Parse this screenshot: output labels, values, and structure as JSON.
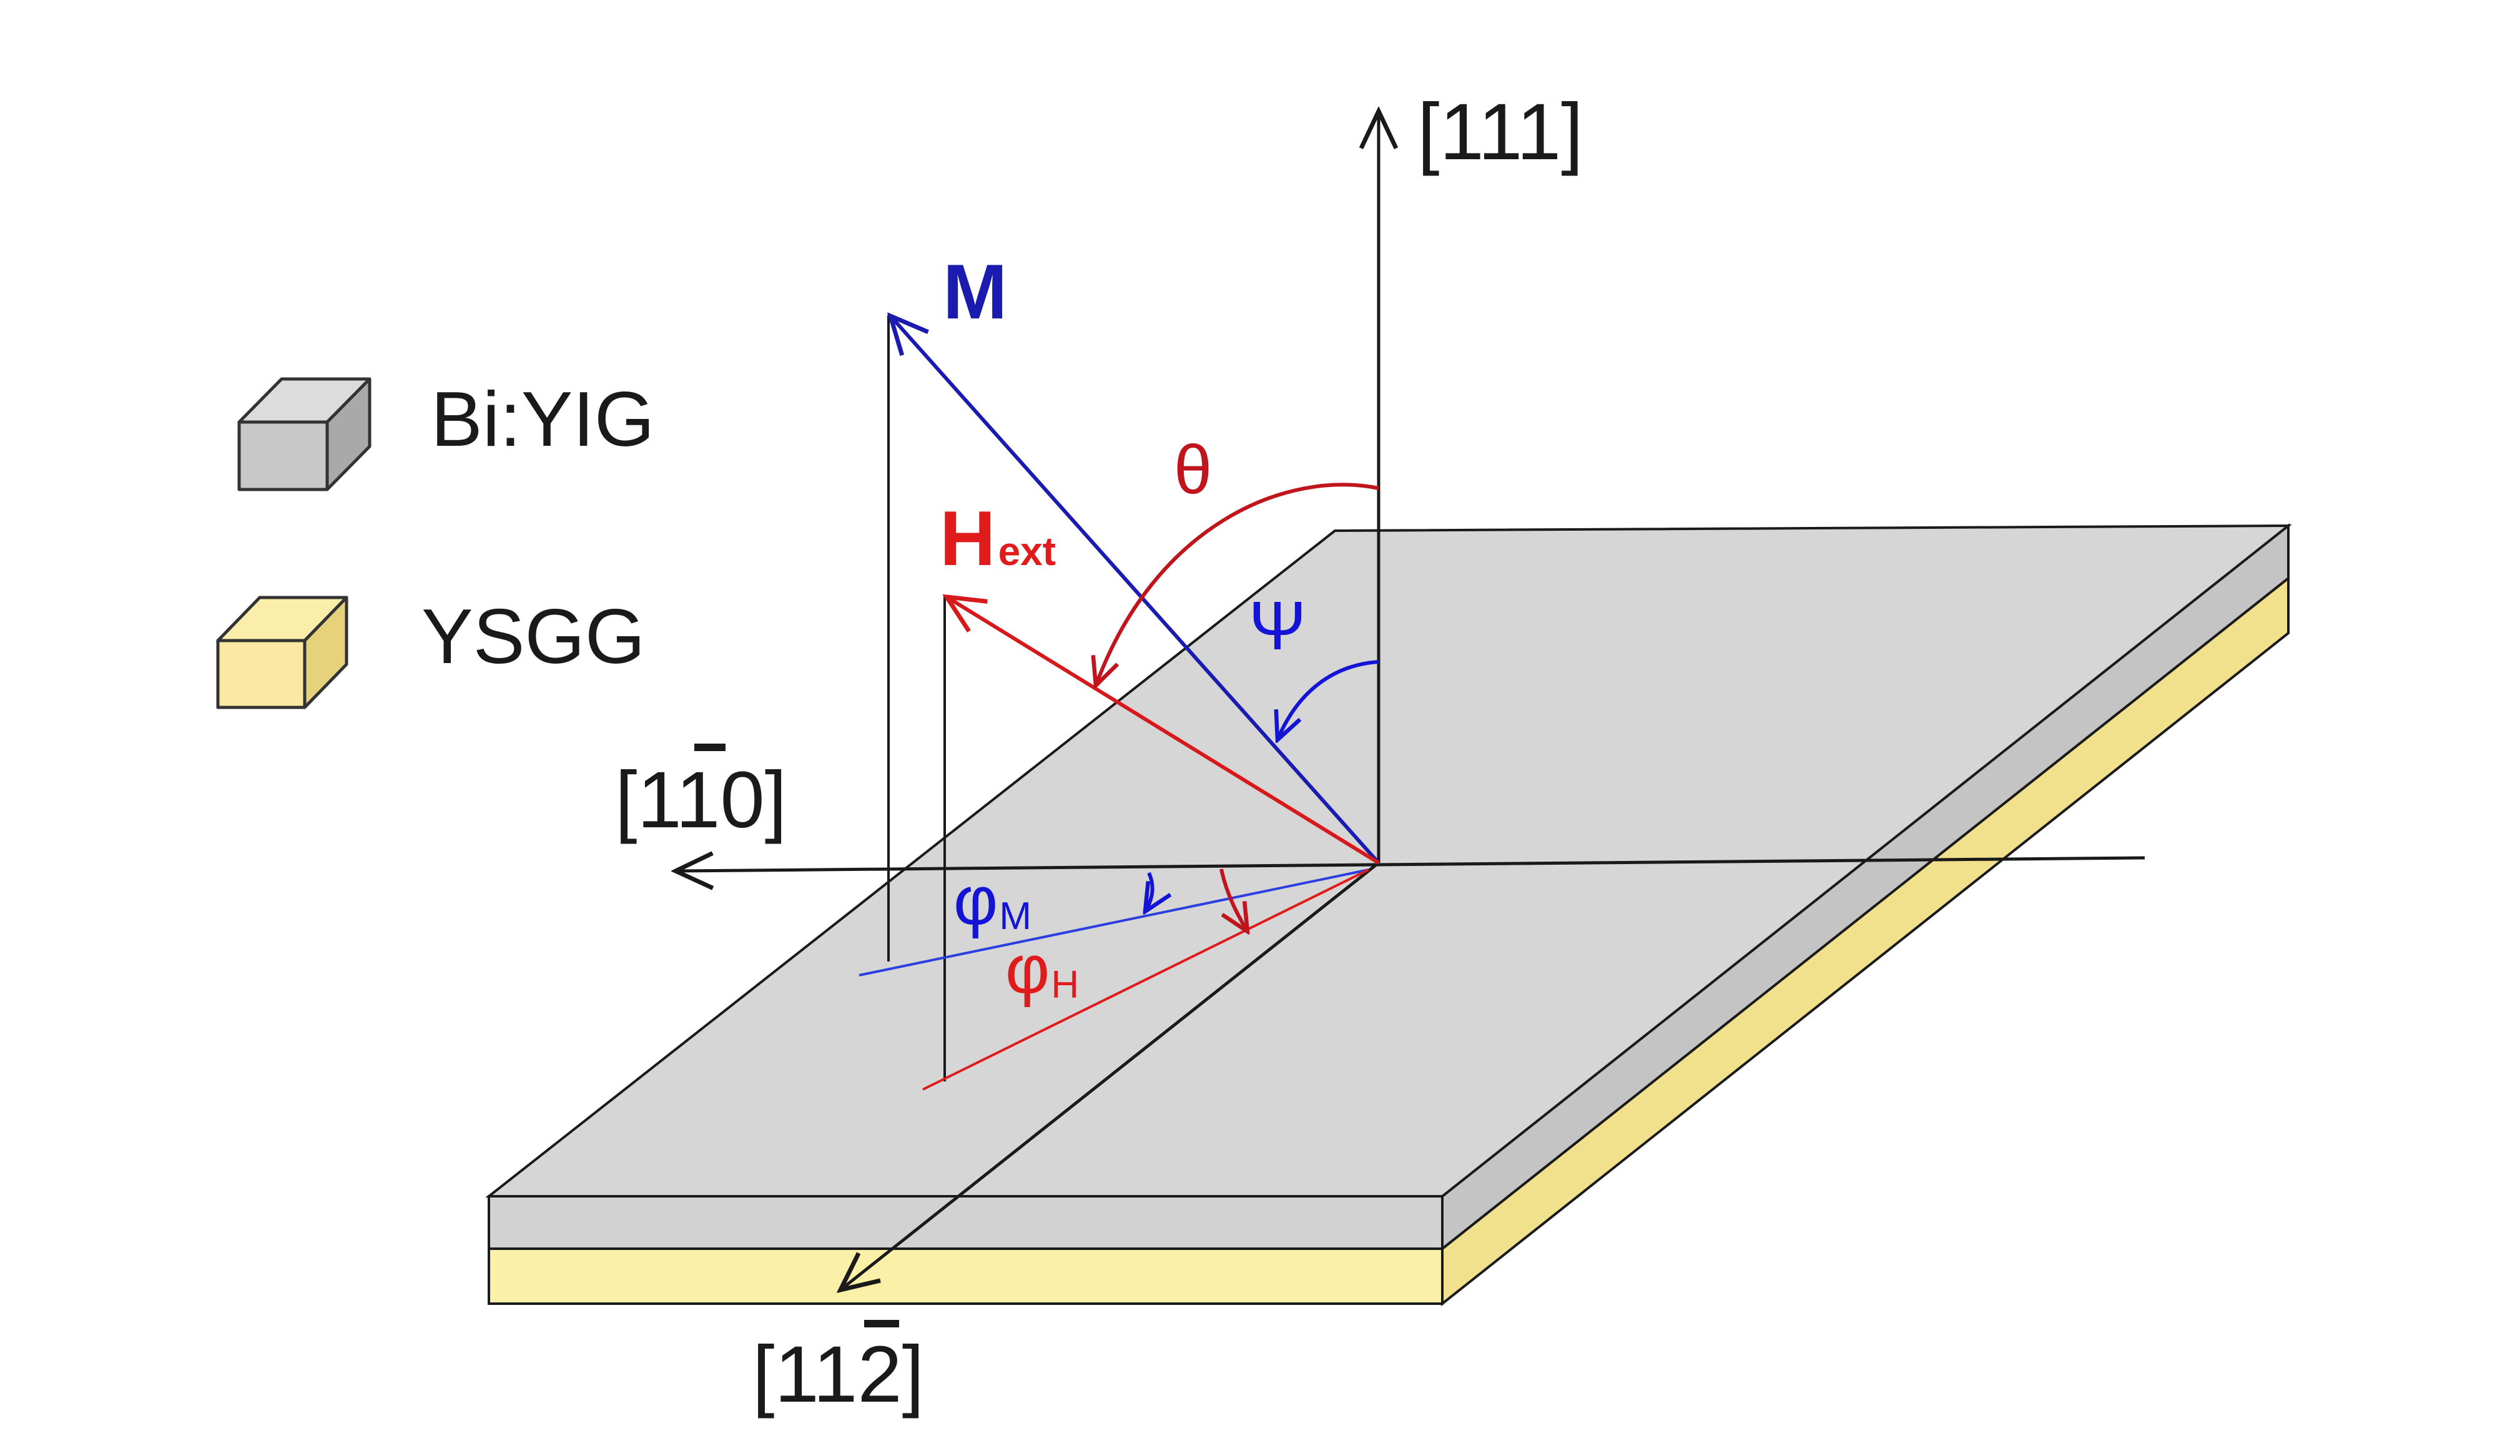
{
  "legend": {
    "items": [
      {
        "label": "Bi:YIG",
        "swatch_top": "#dcdcdc",
        "swatch_front": "#c8c8c8",
        "swatch_side": "#a9a9a9"
      },
      {
        "label": "YSGG",
        "swatch_top": "#fbeeaa",
        "swatch_front": "#fbe9a3",
        "swatch_side": "#e7d27c"
      }
    ]
  },
  "axes": {
    "vertical": {
      "label": "[111]"
    },
    "in_plane_left": {
      "label_prefix": "[1",
      "label_bar_digit": "1",
      "label_suffix": "0]"
    },
    "in_plane_down": {
      "label_prefix": "[11",
      "label_bar_digit": "2",
      "label_suffix": "]"
    }
  },
  "vectors": {
    "magnetization": {
      "label": "M",
      "color": "#1b1bb0"
    },
    "external_field": {
      "label_main": "H",
      "label_sub": "ext",
      "color": "#e01b1b"
    }
  },
  "angles": {
    "theta": {
      "symbol": "θ",
      "color": "#c0151c"
    },
    "psi": {
      "symbol": "Ψ",
      "color": "#1414d6"
    },
    "phi_m": {
      "symbol": "φ",
      "sub": "M",
      "color": "#1414d6"
    },
    "phi_h": {
      "symbol": "φ",
      "sub": "H",
      "color": "#e01b1b"
    }
  },
  "colors": {
    "film_top": "#d6d6d6",
    "film_front": "#d2d2d2",
    "film_side": "#c4c4c4",
    "substrate_front": "#faf0a8",
    "substrate_side": "#f1e08c",
    "axis": "#1a1a1a"
  }
}
